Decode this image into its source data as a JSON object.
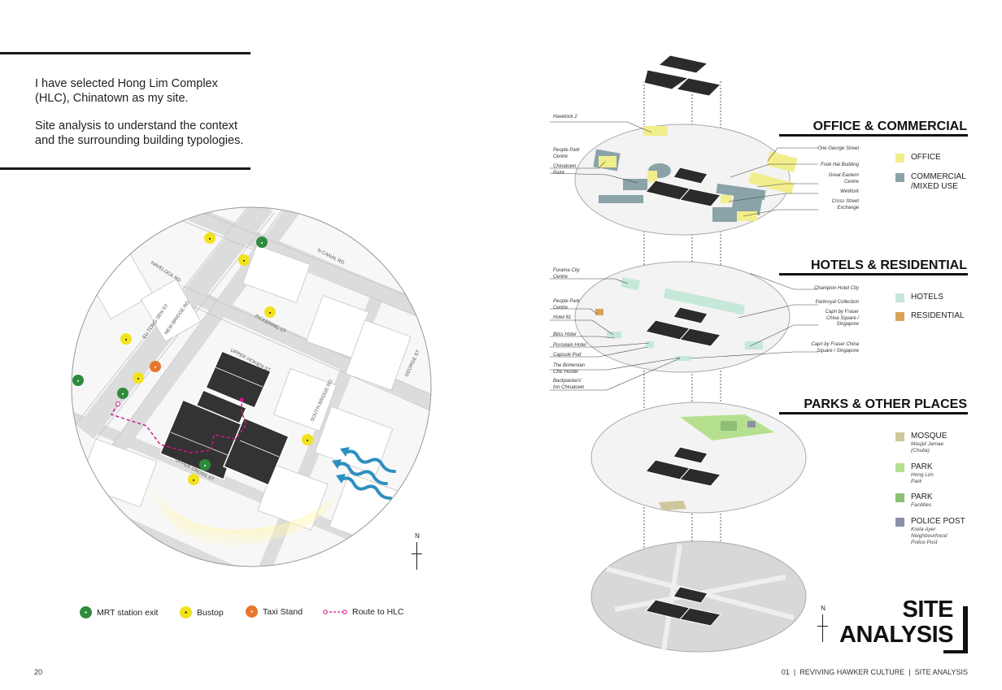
{
  "intro": {
    "paragraph1": "I have selected Hong Lim Complex (HLC), Chinatown as my site.",
    "paragraph2": "Site analysis to understand the context and the surrounding building typologies."
  },
  "map": {
    "streets": [
      "HAVELOCK RD",
      "EU TONG SEN ST",
      "NEW BRIDGE RD",
      "N CANAL RD",
      "PICKERING ST",
      "UPPER HOKIEN ST",
      "SOUTH BRIDGE RD",
      "GEORGE ST",
      "UPPER CROSS ST"
    ],
    "north_label": "N"
  },
  "legend": {
    "mrt": "MRT station exit",
    "bus": "Bustop",
    "taxi": "Taxi Stand",
    "route": "Route to HLC"
  },
  "colors": {
    "mrt": "#2e8b3c",
    "bus": "#f2e21c",
    "taxi": "#e8772e",
    "route": "#d6168a",
    "office": "#f2ee8c",
    "commercial": "#8aa3a8",
    "hotels": "#c6e8d8",
    "residential": "#d9a45a",
    "mosque": "#cfc79b",
    "park": "#b5e08f",
    "park_facilities": "#8fbf75",
    "police": "#8b90a8"
  },
  "sections": {
    "office": {
      "title": "OFFICE & COMMERCIAL",
      "keys": [
        {
          "label": "OFFICE"
        },
        {
          "label": "COMMERCIAL\n/MIXED USE"
        }
      ],
      "callouts_left": [
        "Havelock 2",
        "People Park\nCentre",
        "Chinatown\nPoint"
      ],
      "callouts_right": [
        "One George Street",
        "Fook Hai Building",
        "Great Eastern\nCentre",
        "WeWork",
        "Cross Street\nExchange"
      ]
    },
    "hotels": {
      "title": "HOTELS & RESIDENTIAL",
      "keys": [
        {
          "label": "HOTELS"
        },
        {
          "label": "RESIDENTIAL"
        }
      ],
      "callouts_left": [
        "Furama City\nCentre",
        "People Park\nCentre",
        "Hotel 81",
        "Bliss Hotel",
        "Porcelain Hotel",
        "Capsule Pod",
        "The Bohemian\nChic Hostel",
        "Backpackers'\nInn Chinatown"
      ],
      "callouts_right": [
        "Champion Hotel City",
        "Parkroyal Collection",
        "Capri by Fraser\nChina Square /\nSingapore",
        "Capri by Fraser China\nSquare / Singapore"
      ]
    },
    "parks": {
      "title": "PARKS & OTHER PLACES",
      "keys": [
        {
          "label": "MOSQUE",
          "sub": "Masjid Jamae\n(Chulia)"
        },
        {
          "label": "PARK",
          "sub": "Hong Lim\nPark"
        },
        {
          "label": "PARK",
          "sub": "Facilities"
        },
        {
          "label": "POLICE POST",
          "sub": "Kreta Ayer\nNeighbourhood\nPolice Post"
        }
      ]
    }
  },
  "title": {
    "line1": "SITE",
    "line2": "ANALYSIS"
  },
  "footer": {
    "page_number": "20",
    "running_title": "01  |  REVIVING HAWKER CULTURE  |  SITE ANALYSIS"
  }
}
